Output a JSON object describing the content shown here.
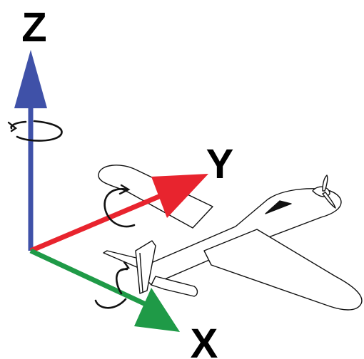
{
  "axes": {
    "z": {
      "label": "Z",
      "color": "#3f51a8"
    },
    "y": {
      "label": "Y",
      "color": "#e8242e"
    },
    "x": {
      "label": "X",
      "color": "#1f9a47"
    }
  },
  "colors": {
    "outline": "#111111",
    "airplane_fill": "#ffffff",
    "canopy": "#111111"
  }
}
